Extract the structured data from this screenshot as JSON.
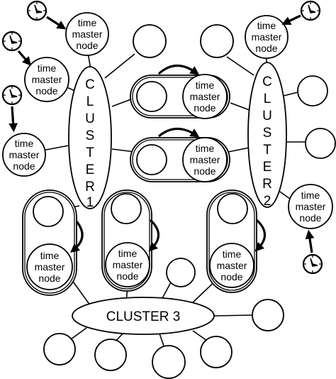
{
  "node_label": {
    "line1": "time",
    "line2": "master",
    "line3": "node"
  },
  "clusters": {
    "cluster1": [
      "C",
      "L",
      "U",
      "S",
      "T",
      "E",
      "R",
      "1"
    ],
    "cluster2": [
      "C",
      "L",
      "U",
      "S",
      "T",
      "E",
      "R",
      "2"
    ],
    "cluster3": "CLUSTER 3"
  },
  "icons": {
    "clock": "clock-icon",
    "transfer": "curved-arrow-icon"
  }
}
